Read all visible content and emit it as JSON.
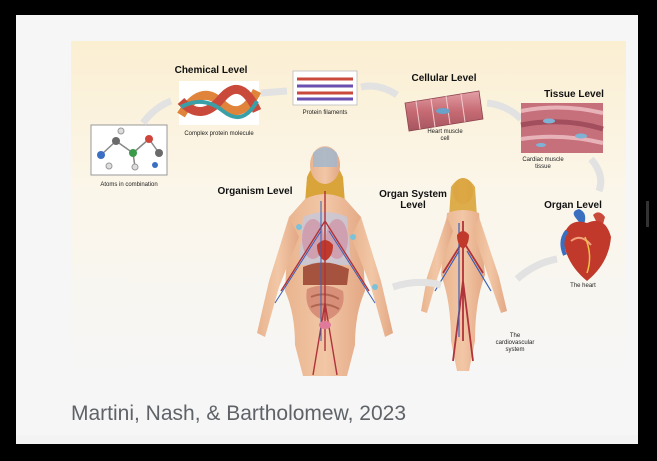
{
  "caption": "Martini, Nash, & Bartholomew, 2023",
  "levels": {
    "chemical": "Chemical Level",
    "cellular": "Cellular Level",
    "tissue": "Tissue Level",
    "organ": "Organ Level",
    "organ_system_line1": "Organ System",
    "organ_system_line2": "Level",
    "organism": "Organism Level"
  },
  "sublabels": {
    "atoms": "Atoms in combination",
    "protein_molecule": "Complex protein molecule",
    "protein_filaments": "Protein filaments",
    "heart_cell_line1": "Heart muscle",
    "heart_cell_line2": "cell",
    "cardiac_tissue_line1": "Cardiac muscle",
    "cardiac_tissue_line2": "tissue",
    "heart": "The heart",
    "cardio_line1": "The",
    "cardio_line2": "cardiovascular",
    "cardio_line3": "system"
  },
  "colors": {
    "figure_bg_top": "#fbf1d6",
    "muscle": "#c96b6e",
    "caption": "#5f6368"
  }
}
